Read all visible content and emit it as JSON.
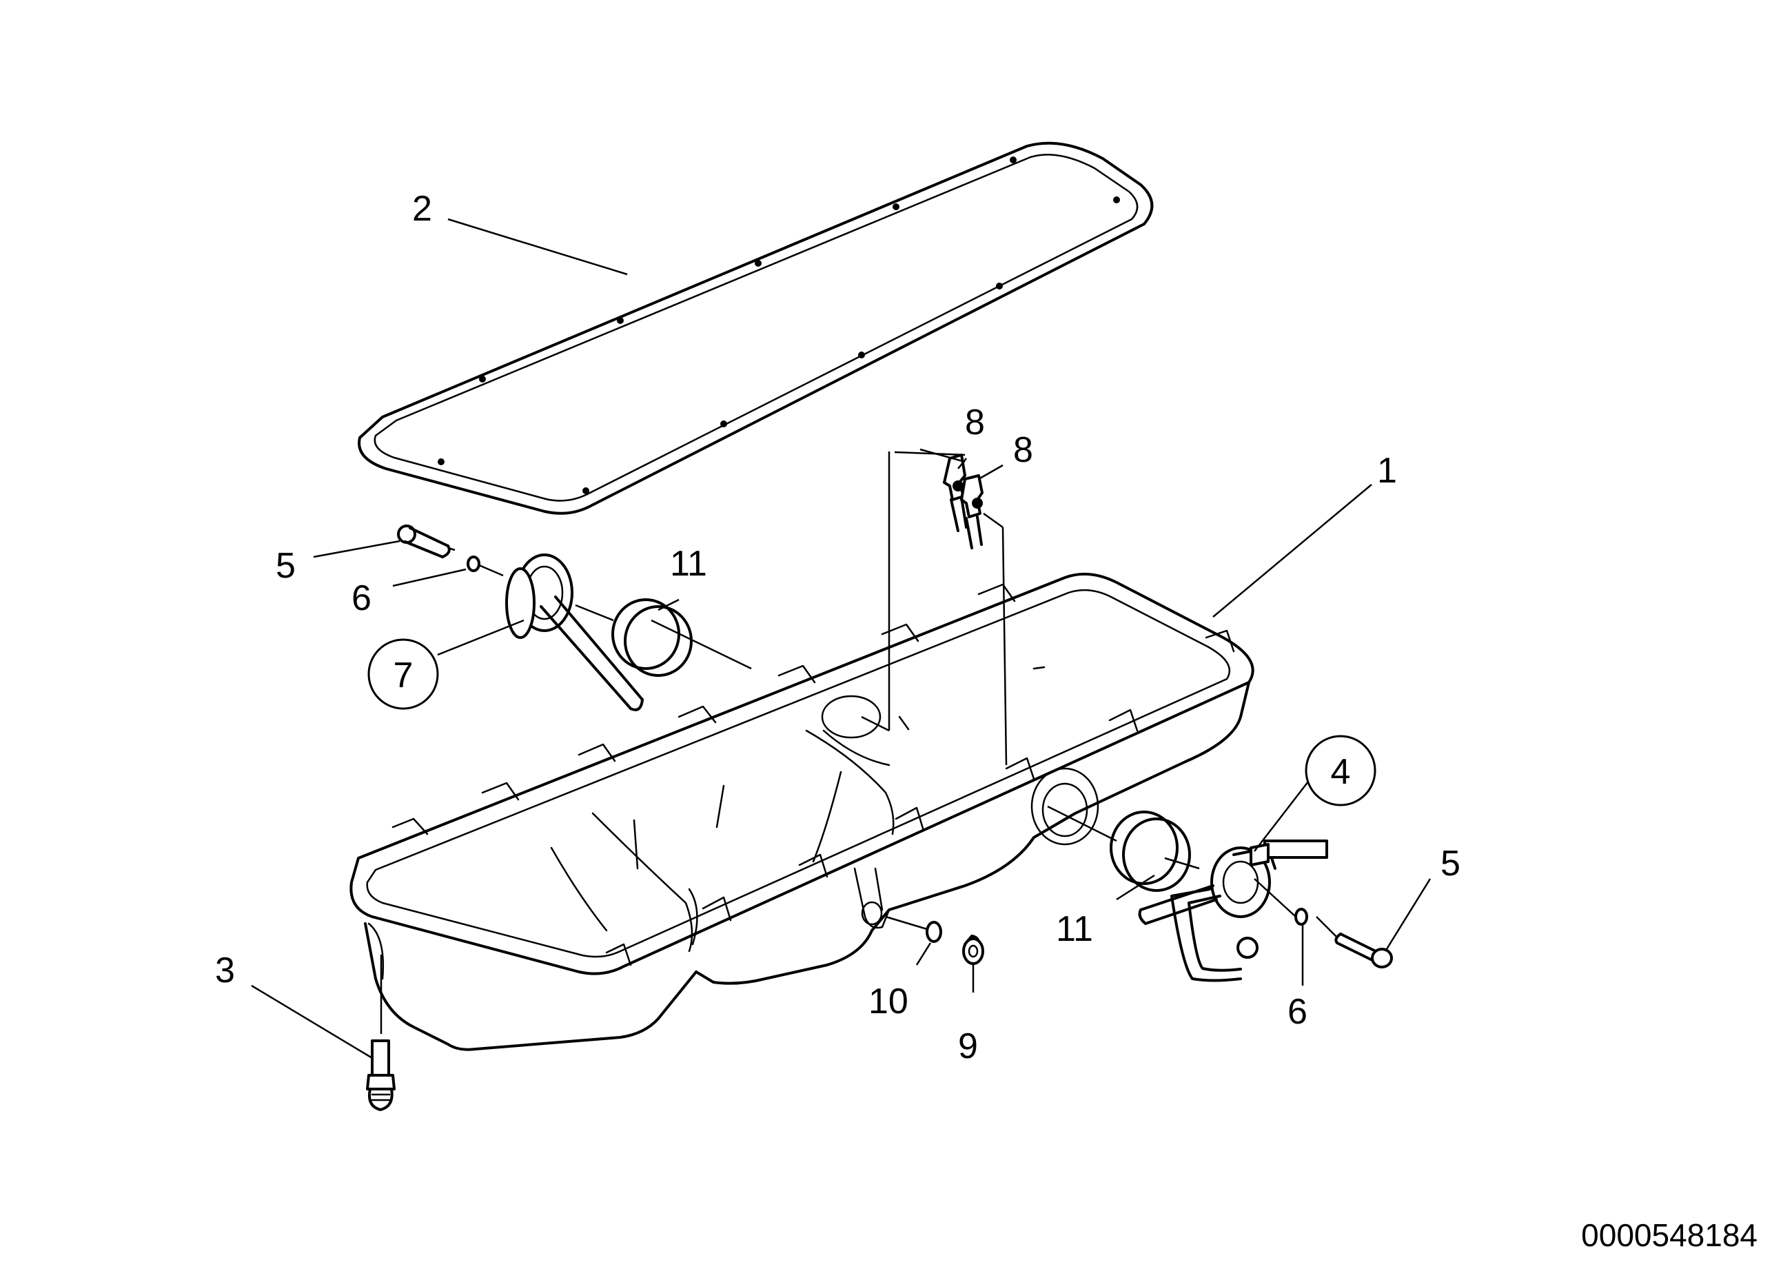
{
  "diagram": {
    "reference_number": "0000548184",
    "callouts": {
      "c1": "1",
      "c2": "2",
      "c3": "3",
      "c4": "4",
      "c5_left": "5",
      "c5_right": "5",
      "c6_left": "6",
      "c6_right": "6",
      "c7": "7",
      "c8_left": "8",
      "c8_right": "8",
      "c9": "9",
      "c10": "10",
      "c11_left": "11",
      "c11_right": "11"
    }
  }
}
